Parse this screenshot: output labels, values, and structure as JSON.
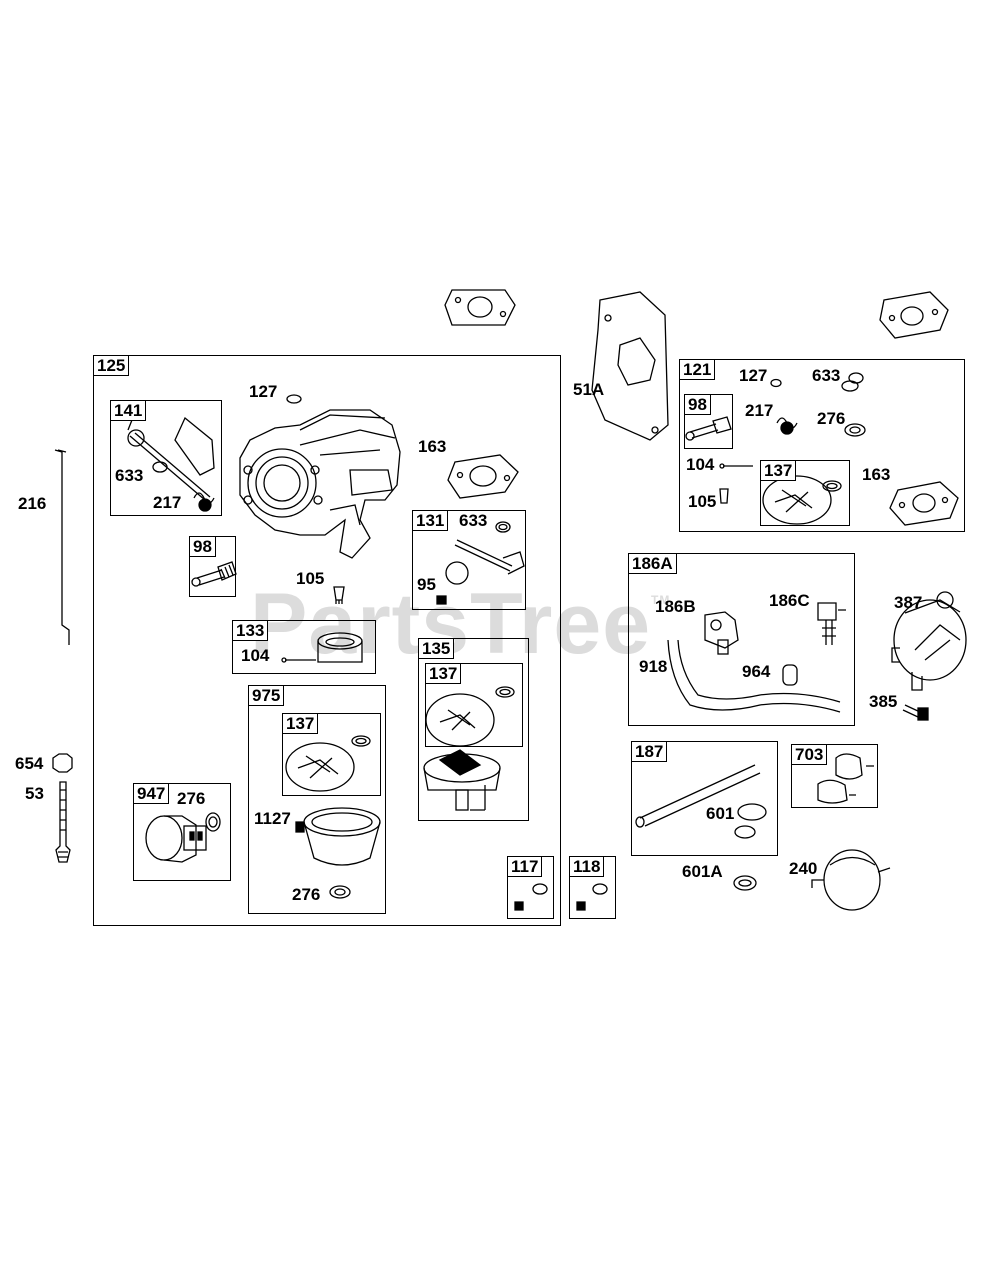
{
  "watermark": {
    "text": "PartsTree",
    "mark": "TM"
  },
  "groups": {
    "g125": "125",
    "g141": "141",
    "g98a": "98",
    "g133": "133",
    "g131": "131",
    "g135": "135",
    "g137a": "137",
    "g975": "975",
    "g137b": "137",
    "g947": "947",
    "g117": "117",
    "g118": "118",
    "g121": "121",
    "g98b": "98",
    "g137c": "137",
    "g186A": "186A",
    "g187": "187",
    "g703": "703"
  },
  "parts": {
    "p216": "216",
    "p654": "654",
    "p53": "53",
    "p127a": "127",
    "p163a": "163",
    "p633a": "633",
    "p217a": "217",
    "p105a": "105",
    "p104a": "104",
    "p633b": "633",
    "p95": "95",
    "p276a": "276",
    "p1127": "1127",
    "p276b": "276",
    "p51A": "51A",
    "p127b": "127",
    "p633c": "633",
    "p217b": "217",
    "p276c": "276",
    "p104b": "104",
    "p105b": "105",
    "p163b": "163",
    "p186B": "186B",
    "p186C": "186C",
    "p918": "918",
    "p964": "964",
    "p387": "387",
    "p385": "385",
    "p601": "601",
    "p601A": "601A",
    "p240": "240"
  }
}
